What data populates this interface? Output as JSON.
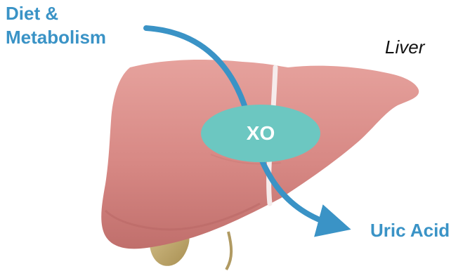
{
  "diagram": {
    "source_label": {
      "line1": "Diet &",
      "line2": "Metabolism"
    },
    "organ_label": "Liver",
    "enzyme_label": "XO",
    "product_label": "Uric Acid"
  },
  "icons": {
    "organ": "liver-illustration",
    "arrow": "curved-arrow"
  },
  "colors": {
    "accent_blue": "#3a93c6",
    "enzyme_fill": "#6cc7c1",
    "liver_fill": "#d98a86",
    "gallbladder_fill": "#c2ad6f",
    "ligament": "#f6ecec"
  }
}
